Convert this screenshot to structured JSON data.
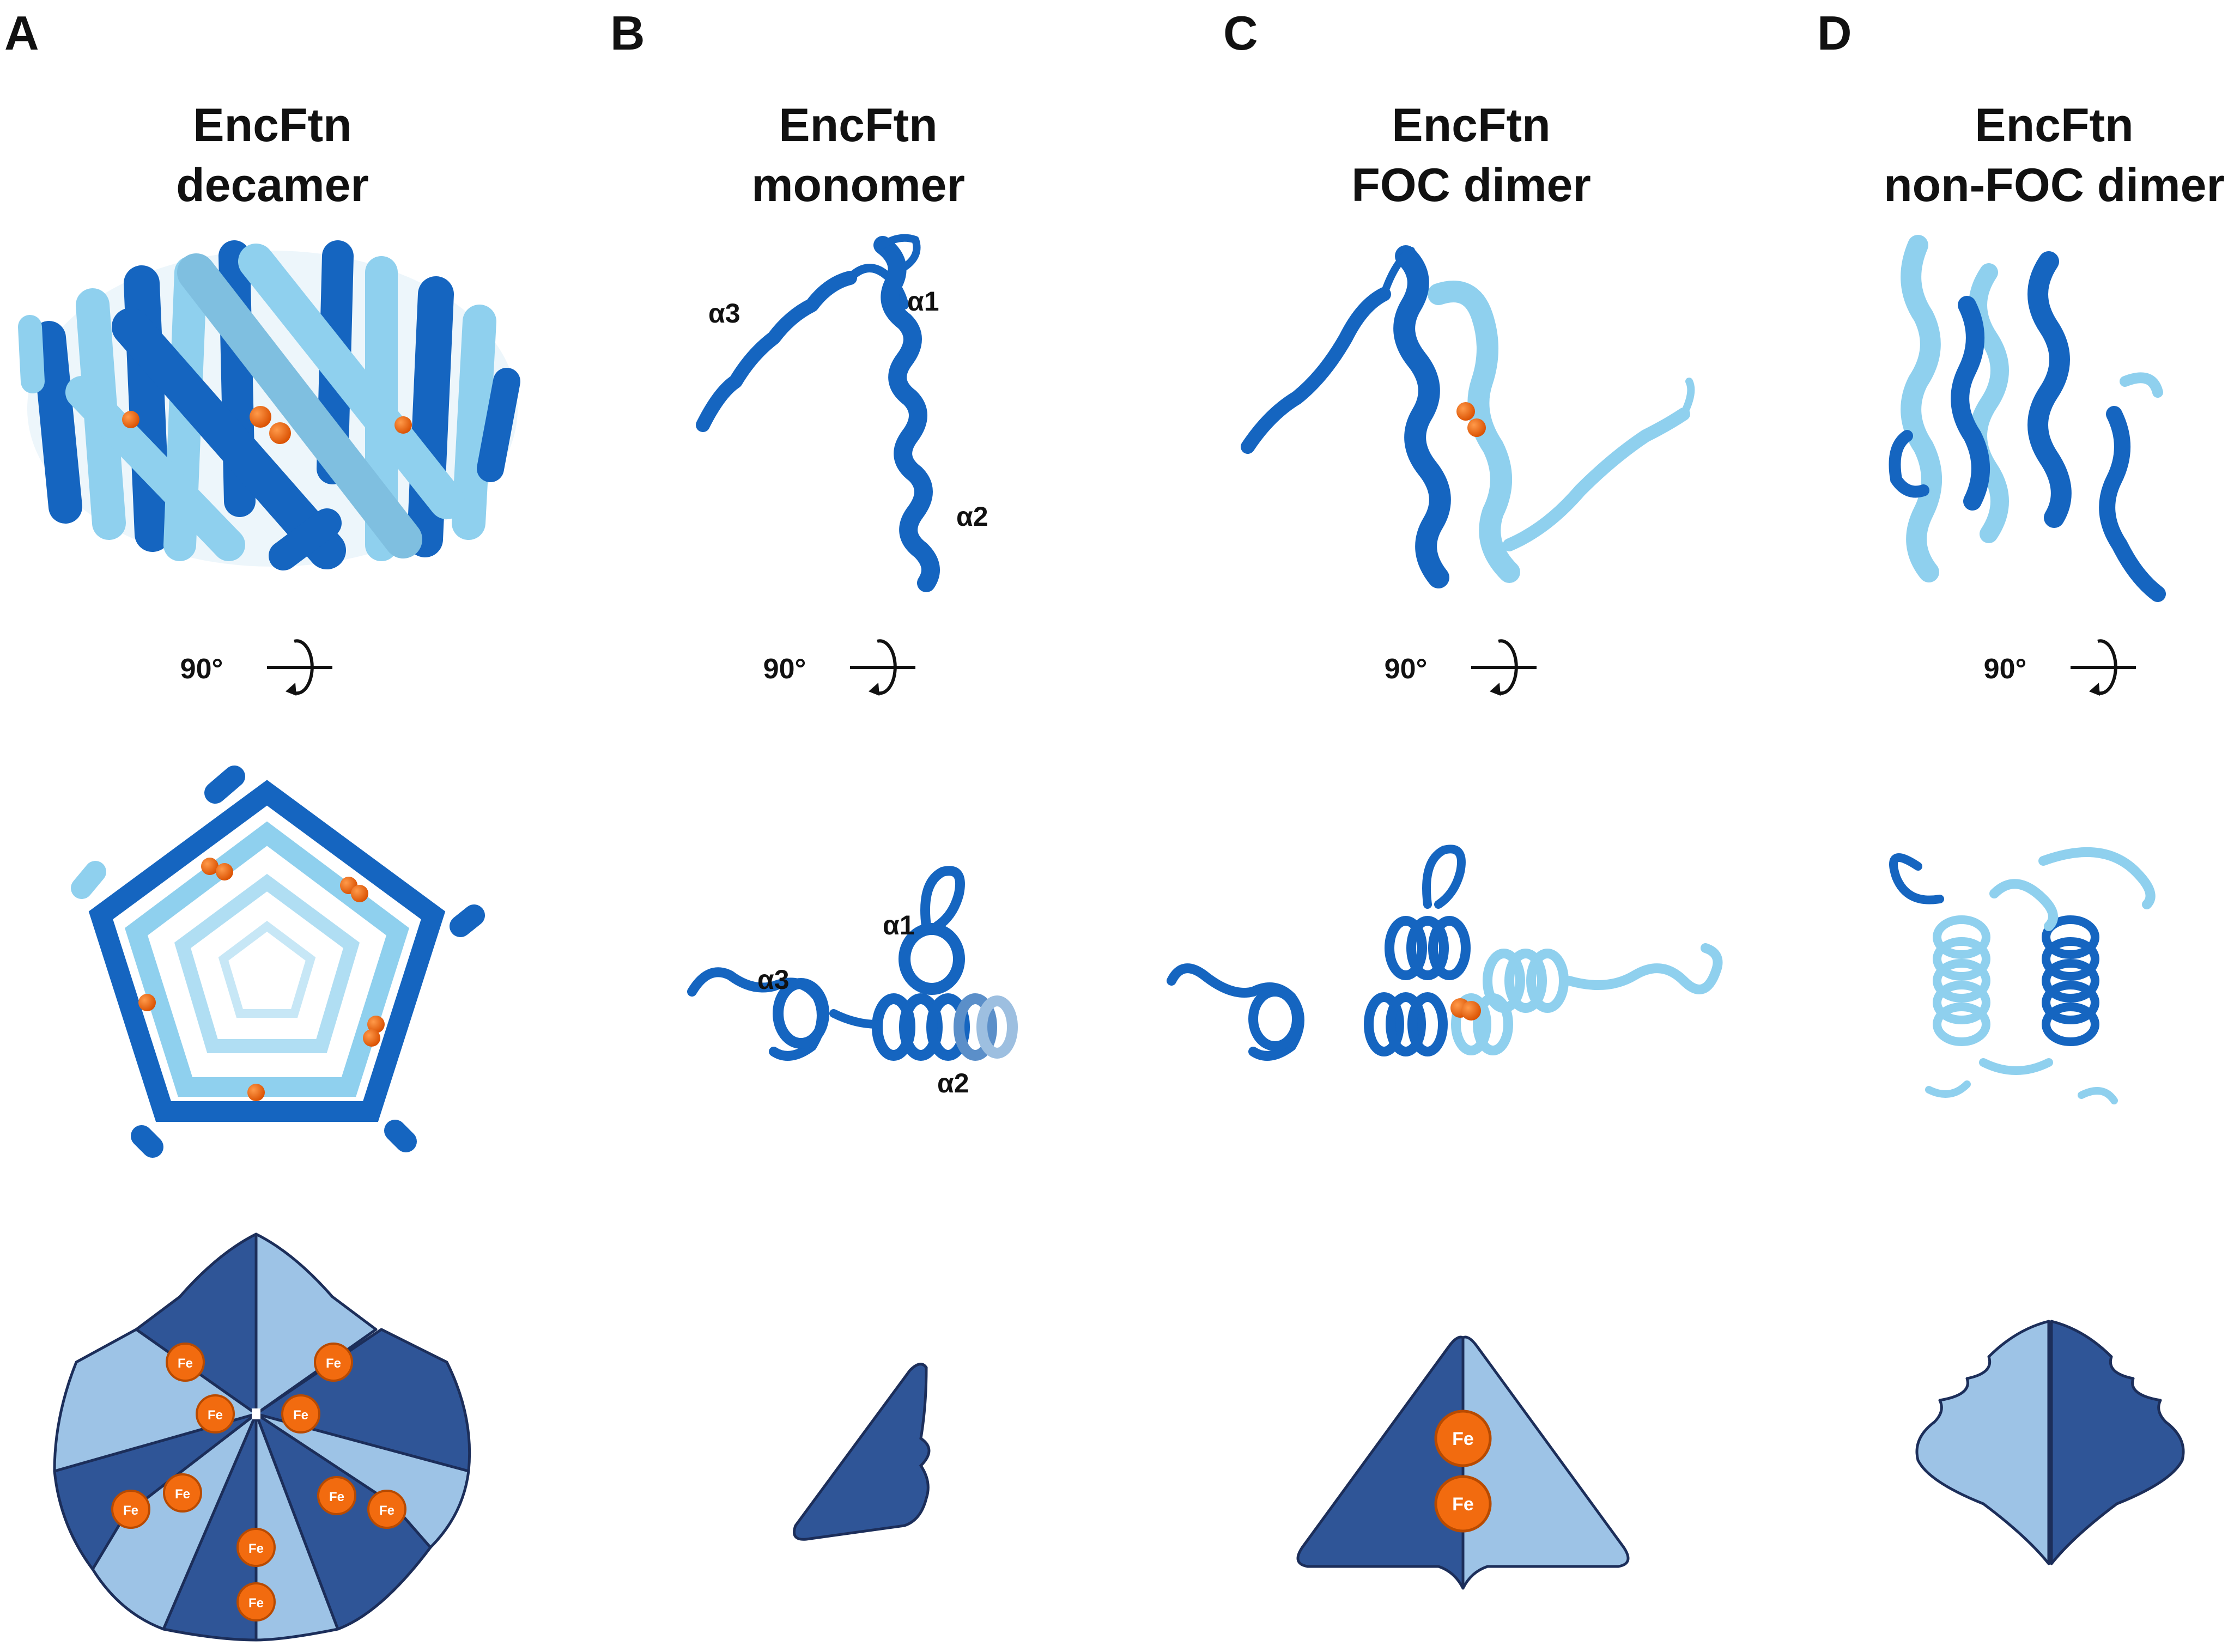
{
  "panels": [
    {
      "letter": "A",
      "title_line1": "EncFtn",
      "title_line2": "decamer"
    },
    {
      "letter": "B",
      "title_line1": "EncFtn",
      "title_line2": "monomer"
    },
    {
      "letter": "C",
      "title_line1": "EncFtn",
      "title_line2": "FOC dimer"
    },
    {
      "letter": "D",
      "title_line1": "EncFtn",
      "title_line2": "non-FOC dimer"
    }
  ],
  "rotation_label": "90°",
  "helix_labels": {
    "a1": "α1",
    "a2": "α2",
    "a3": "α3"
  },
  "iron_label": "Fe",
  "colors": {
    "dark_blue": "#2f5597",
    "light_blue": "#9dc3e6",
    "ribbon_dark": "#1565c0",
    "ribbon_light": "#8fd0ee",
    "iron": "#f26b0f",
    "outline": "#1c2e5a"
  }
}
